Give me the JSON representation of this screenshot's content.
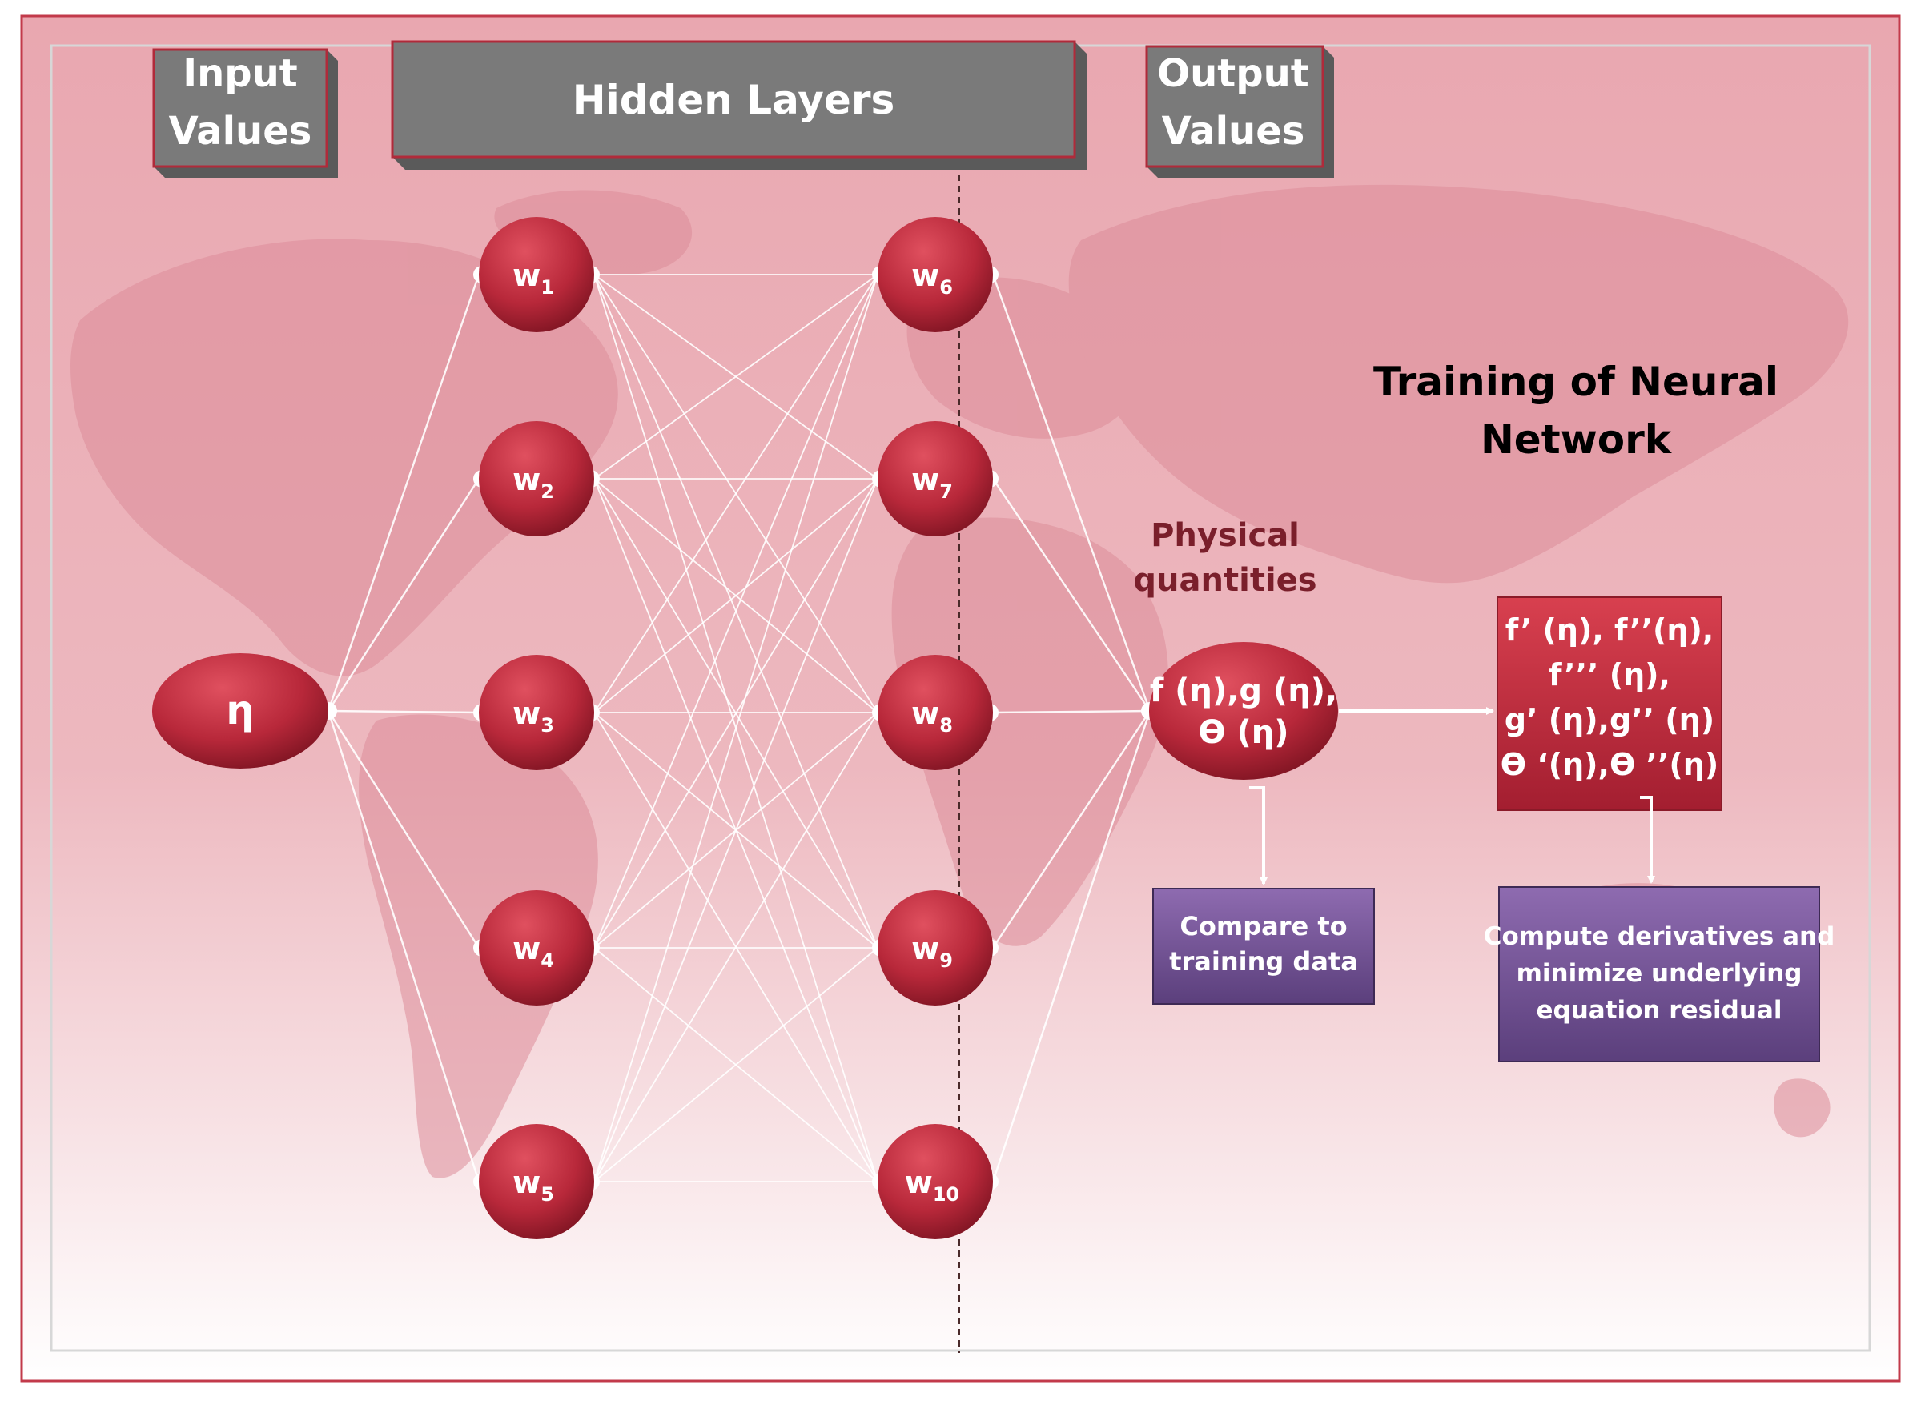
{
  "headers": {
    "input": [
      "Input",
      "Values"
    ],
    "hidden": "Hidden Layers",
    "output": [
      "Output",
      "Values"
    ]
  },
  "input_node": "η",
  "layer1": [
    "w",
    "w",
    "w",
    "w",
    "w"
  ],
  "layer1_sub": [
    "1",
    "2",
    "3",
    "4",
    "5"
  ],
  "layer2": [
    "w",
    "w",
    "w",
    "w",
    "w"
  ],
  "layer2_sub": [
    "6",
    "7",
    "8",
    "9",
    "10"
  ],
  "physical_label": [
    "Physical",
    "quantities"
  ],
  "output_node": [
    "f (η),g (η),",
    "ϴ (η)"
  ],
  "training_title": [
    "Training of Neural",
    "Network"
  ],
  "derivatives_box": [
    "f’ (η),  f’’(η),",
    "f’’’ (η),",
    "g’ (η),g’’ (η)",
    "ϴ ‘(η),ϴ ’’(η)"
  ],
  "compare_box": [
    "Compare to",
    "training data"
  ],
  "compute_box": [
    "Compute derivatives and",
    "minimize underlying",
    "equation residual"
  ],
  "colors": {
    "node": "#c0303f",
    "header": "#7a7a7a",
    "purple": "#7a5a96",
    "title_dark": "#7a1f2b"
  }
}
